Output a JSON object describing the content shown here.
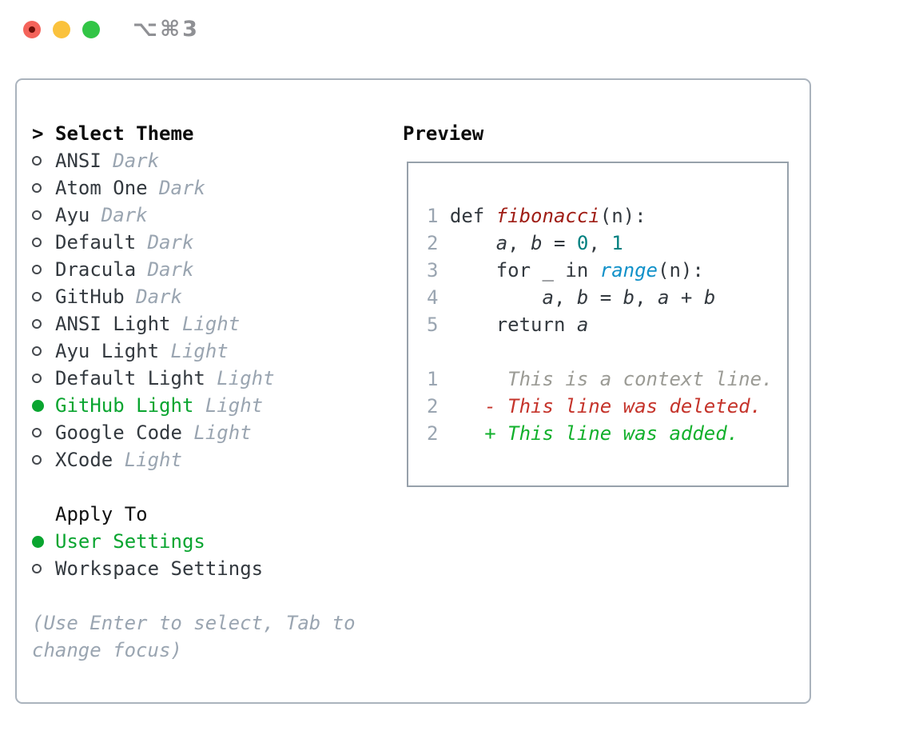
{
  "window": {
    "shortcut": "⌥⌘3",
    "traffic_lights": [
      "close",
      "minimize",
      "zoom"
    ]
  },
  "colors": {
    "accent_green": "#0aa530",
    "text_dark": "#33393f",
    "muted_gray": "#9aa5b1",
    "function_red": "#9f1d15",
    "number_teal": "#008080",
    "builtin_blue": "#1191c9",
    "diff_deleted_red": "#c5342b",
    "diff_added_green": "#12b02c",
    "context_gray": "#9b9b95",
    "border_gray": "#aab3bd"
  },
  "menu": {
    "header": {
      "prefix": ">",
      "title": "Select Theme"
    },
    "themes": [
      {
        "label": "ANSI",
        "variant": "Dark",
        "selected": false
      },
      {
        "label": "Atom One",
        "variant": "Dark",
        "selected": false
      },
      {
        "label": "Ayu",
        "variant": "Dark",
        "selected": false
      },
      {
        "label": "Default",
        "variant": "Dark",
        "selected": false
      },
      {
        "label": "Dracula",
        "variant": "Dark",
        "selected": false
      },
      {
        "label": "GitHub",
        "variant": "Dark",
        "selected": false
      },
      {
        "label": "ANSI Light",
        "variant": "Light",
        "selected": false
      },
      {
        "label": "Ayu Light",
        "variant": "Light",
        "selected": false
      },
      {
        "label": "Default Light",
        "variant": "Light",
        "selected": false
      },
      {
        "label": "GitHub Light",
        "variant": "Light",
        "selected": true
      },
      {
        "label": "Google Code",
        "variant": "Light",
        "selected": false
      },
      {
        "label": "XCode",
        "variant": "Light",
        "selected": false
      }
    ],
    "apply_to": {
      "title": "Apply To",
      "options": [
        {
          "label": "User Settings",
          "selected": true
        },
        {
          "label": "Workspace Settings",
          "selected": false
        }
      ]
    },
    "hint_lines": [
      "(Use Enter to select, Tab to",
      "change focus)"
    ]
  },
  "preview": {
    "title": "Preview",
    "code_lines": [
      {
        "num": "1",
        "tokens": [
          {
            "t": "def ",
            "c": "kw"
          },
          {
            "t": "fibonacci",
            "c": "fn"
          },
          {
            "t": "(n):",
            "c": "p"
          }
        ]
      },
      {
        "num": "2",
        "tokens": [
          {
            "t": "    ",
            "c": "p"
          },
          {
            "t": "a",
            "c": "v"
          },
          {
            "t": ", ",
            "c": "p"
          },
          {
            "t": "b",
            "c": "v"
          },
          {
            "t": " = ",
            "c": "p"
          },
          {
            "t": "0",
            "c": "n"
          },
          {
            "t": ", ",
            "c": "p"
          },
          {
            "t": "1",
            "c": "n"
          }
        ]
      },
      {
        "num": "3",
        "tokens": [
          {
            "t": "    for _ in ",
            "c": "kw"
          },
          {
            "t": "range",
            "c": "b"
          },
          {
            "t": "(n):",
            "c": "p"
          }
        ]
      },
      {
        "num": "4",
        "tokens": [
          {
            "t": "        ",
            "c": "p"
          },
          {
            "t": "a",
            "c": "v"
          },
          {
            "t": ", ",
            "c": "p"
          },
          {
            "t": "b",
            "c": "v"
          },
          {
            "t": " = ",
            "c": "p"
          },
          {
            "t": "b",
            "c": "v"
          },
          {
            "t": ", ",
            "c": "p"
          },
          {
            "t": "a",
            "c": "v"
          },
          {
            "t": " + ",
            "c": "p"
          },
          {
            "t": "b",
            "c": "v"
          }
        ]
      },
      {
        "num": "5",
        "tokens": [
          {
            "t": "    return ",
            "c": "kw"
          },
          {
            "t": "a",
            "c": "v"
          }
        ]
      }
    ],
    "diff_lines": [
      {
        "num": "1",
        "tokens": [
          {
            "t": "     This is a context line.",
            "c": "ctx"
          }
        ]
      },
      {
        "num": "2",
        "tokens": [
          {
            "t": "   - This line was deleted.",
            "c": "del"
          }
        ]
      },
      {
        "num": "2",
        "tokens": [
          {
            "t": "   + This line was added.",
            "c": "add"
          }
        ]
      }
    ]
  }
}
